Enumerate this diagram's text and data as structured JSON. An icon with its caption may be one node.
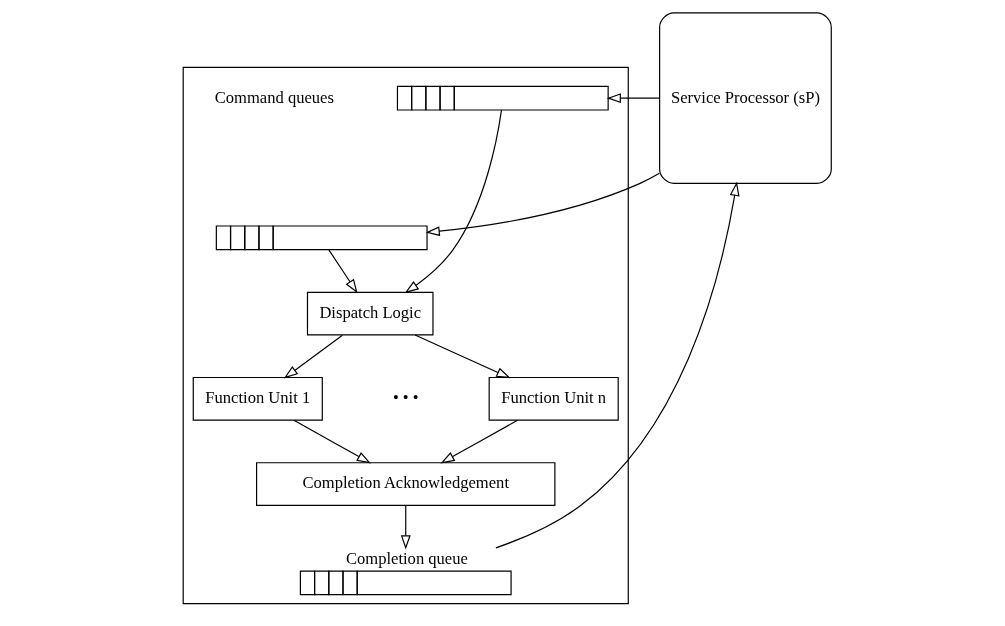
{
  "diagram": {
    "nodes": [
      {
        "text": [],
        "shape": "box"
      },
      {
        "text": [],
        "shape": "queue",
        "in": 0
      },
      {
        "text": [],
        "shape": "queue",
        "in": 0
      },
      {
        "text": [
          "Dispatch Logic"
        ],
        "in": 0
      },
      {
        "text": [
          "Function Unit 1"
        ],
        "in": 0
      },
      {
        "text": [
          "Function Unit n"
        ],
        "in": 0
      },
      {
        "text": [
          "Completion Acknowledgement"
        ],
        "in": 0
      },
      {
        "text": [],
        "shape": "queue",
        "in": 0,
        "beside": [
          "Completion queue"
        ]
      },
      {
        "text": [
          "Service Processor (sP)"
        ]
      }
    ],
    "edges": [
      {
        "from": 8,
        "to": 1,
        "arrow": "to"
      },
      {
        "from": 8,
        "to": 2,
        "arrow": "to"
      },
      {
        "from": 1,
        "to": 3,
        "arrow": "to"
      },
      {
        "from": 2,
        "to": 3,
        "arrow": "to"
      },
      {
        "from": 3,
        "to": 4,
        "arrow": "to"
      },
      {
        "from": 3,
        "to": 5,
        "arrow": "to"
      },
      {
        "from": 4,
        "to": 6,
        "arrow": "to"
      },
      {
        "from": 5,
        "to": 6,
        "arrow": "to"
      },
      {
        "from": 6,
        "to": 7,
        "arrow": "to"
      },
      {
        "from": 7,
        "to": 8,
        "arrow": "to"
      }
    ],
    "labels": [
      "Command queues",
      "• • •"
    ]
  }
}
